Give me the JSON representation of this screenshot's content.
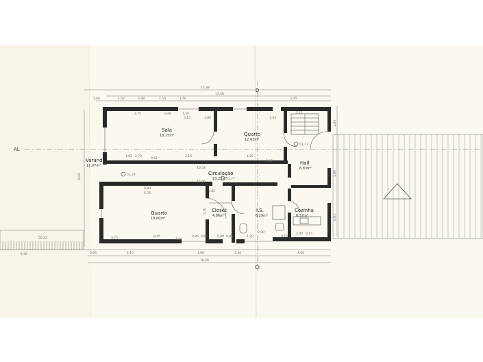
{
  "rooms": [
    {
      "key": "sala",
      "name": "Sala",
      "area": "18,15m²"
    },
    {
      "key": "quarto1",
      "name": "Quarto",
      "area": "12,61m²"
    },
    {
      "key": "hall",
      "name": "Hall",
      "area": "6,83m²"
    },
    {
      "key": "circulacao",
      "name": "Circulação",
      "area": "13,23m²"
    },
    {
      "key": "varanda",
      "name": "Varanda",
      "area": "11,07m²"
    },
    {
      "key": "quarto2",
      "name": "Quarto",
      "area": "18,60m²"
    },
    {
      "key": "closet",
      "name": "Closet",
      "area": "4,96m²"
    },
    {
      "key": "is",
      "name": "I.S.",
      "area": "6,29m²"
    },
    {
      "key": "cozinha",
      "name": "Cozinha",
      "area": "6,37m²"
    }
  ],
  "section_markers": {
    "left": "AL",
    "top": "D",
    "bottom": "CI"
  },
  "levels": [
    "50,22",
    "51,77",
    "51,77",
    "51,77"
  ],
  "dimensions": {
    "top_total_1": "15,38",
    "top_total_2": "13,46",
    "top_segments": [
      "1,60",
      "1,57",
      "0,80",
      "1,50",
      "1,50",
      "2,95"
    ],
    "bottom_total": "18,28",
    "bottom_segments": [
      "6,56",
      "0,64",
      "4,10",
      "1,66",
      "1,34",
      "3,60"
    ],
    "left_total": "8,00",
    "right_segments": [
      "1,80",
      "1,80",
      "0,61"
    ],
    "sala_inner": [
      "2,75",
      "0,66",
      "1,50",
      "5,15",
      "1,80"
    ],
    "sala_bottom": [
      "1,85",
      "2,79",
      "0,61",
      "3,16"
    ],
    "quarto_inner": [
      "1,34",
      "4,25",
      "3,38"
    ],
    "circulacao_width": "15,56",
    "circulacao_length": "10,54",
    "quarto2_inner": [
      "0,80",
      "5,76",
      "3,75",
      "8,45",
      "1,50",
      "0,85",
      "0,65"
    ],
    "closet_inner": [
      "1,80",
      "3,10",
      "0,80",
      "0,85"
    ],
    "is_inner": [
      "2,00",
      "1,30",
      "0,15"
    ],
    "hall_inner": [
      "2,12"
    ],
    "cozinha_inner": [
      "2,00",
      "3,60",
      "0,15"
    ]
  }
}
